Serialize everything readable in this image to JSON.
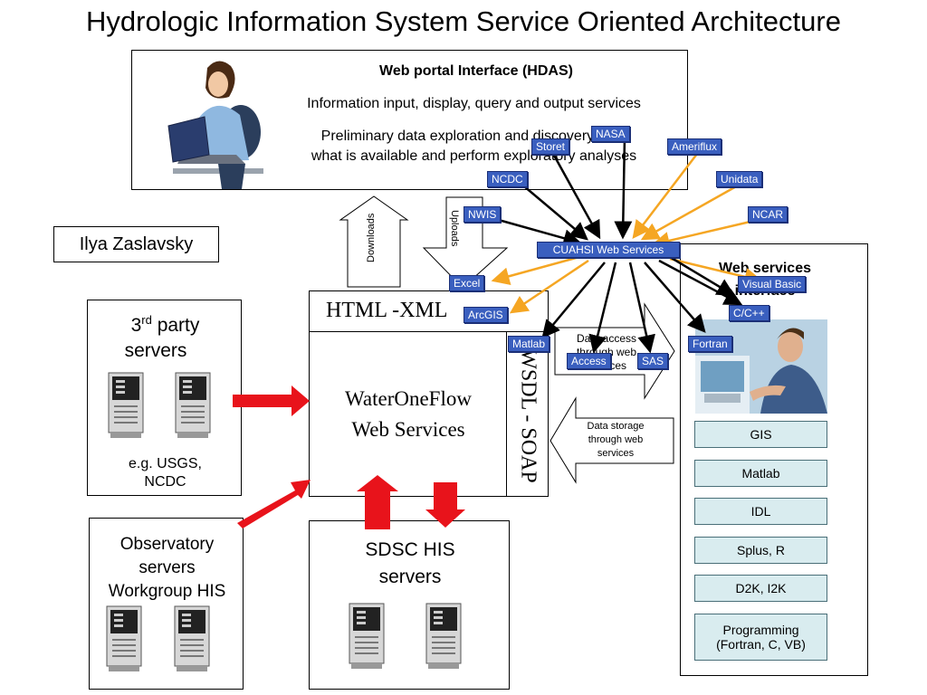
{
  "title": "Hydrologic Information System Service Oriented Architecture",
  "portal": {
    "heading": "Web portal Interface (HDAS)",
    "line1": "Information input, display, query and output services",
    "line2a": "Preliminary data exploration and discovery. See",
    "line2b": "what is available and perform exploratory analyses"
  },
  "author": "Ilya Zaslavsky",
  "arrows": {
    "downloads": "Downloads",
    "uploads": "Uploads",
    "data_access_a": "Data access",
    "data_access_b": "through web",
    "data_access_c": "services",
    "data_storage_a": "Data storage",
    "data_storage_b": "through web",
    "data_storage_c": "services"
  },
  "third_party": {
    "label_pre": "3",
    "label_sup": "rd",
    "label_post": " party",
    "label_line2": "servers",
    "example_a": "e.g. USGS,",
    "example_b": "NCDC"
  },
  "observatory": {
    "line1": "Observatory",
    "line2": "servers",
    "line3": "Workgroup HIS"
  },
  "sdsc": {
    "line1": "SDSC HIS",
    "line2": "servers"
  },
  "waterone": {
    "html_xml": "HTML -XML",
    "line1": "WaterOneFlow",
    "line2": "Web Services",
    "wsdl": "WSDL - SOAP"
  },
  "ws_interface": {
    "line1": "Web services",
    "line2": "interface"
  },
  "tags": {
    "nasa": "NASA",
    "storet": "Storet",
    "ameriflux": "Ameriflux",
    "ncdc": "NCDC",
    "unidata": "Unidata",
    "nwis": "NWIS",
    "ncar": "NCAR",
    "cuahsi": "CUAHSI Web Services",
    "excel": "Excel",
    "visual_basic": "Visual Basic",
    "arcgis": "ArcGIS",
    "cpp": "C/C++",
    "matlab": "Matlab",
    "fortran": "Fortran",
    "access": "Access",
    "sas": "SAS"
  },
  "tools": [
    "GIS",
    "Matlab",
    "IDL",
    "Splus, R",
    "D2K, I2K",
    "Programming (Fortran, C, VB)"
  ],
  "colors": {
    "tag_blue": "#3a5fbf",
    "orange": "#f5a623",
    "red": "#e8131b",
    "tool_fill": "#d9ecef"
  }
}
